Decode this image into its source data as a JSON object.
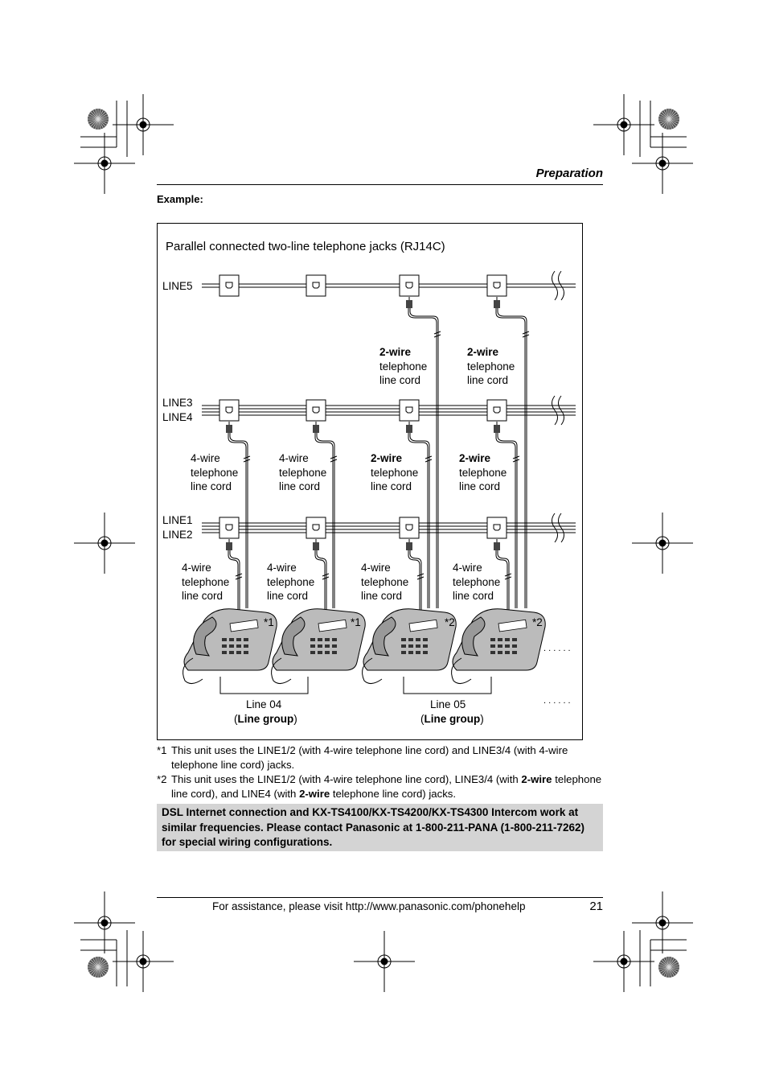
{
  "header": {
    "section": "Preparation"
  },
  "example_label": "Example:",
  "diagram": {
    "title": "Parallel connected two-line telephone jacks (RJ14C)",
    "line_labels": {
      "line5": "LINE5",
      "line3": "LINE3",
      "line4": "LINE4",
      "line1": "LINE1",
      "line2": "LINE2"
    },
    "cord_labels_upper": [
      {
        "wire": "2-wire",
        "bold": true,
        "rest": "telephone",
        "rest2": "line cord"
      },
      {
        "wire": "2-wire",
        "bold": true,
        "rest": "telephone",
        "rest2": "line cord"
      }
    ],
    "cord_labels_middle": [
      {
        "wire": "4-wire",
        "bold": false,
        "rest": "telephone",
        "rest2": "line cord"
      },
      {
        "wire": "4-wire",
        "bold": false,
        "rest": "telephone",
        "rest2": "line cord"
      },
      {
        "wire": "2-wire",
        "bold": true,
        "rest": "telephone",
        "rest2": "line cord"
      },
      {
        "wire": "2-wire",
        "bold": true,
        "rest": "telephone",
        "rest2": "line cord"
      }
    ],
    "cord_labels_lower": [
      {
        "wire": "4-wire",
        "bold": false,
        "rest": "telephone",
        "rest2": "line cord"
      },
      {
        "wire": "4-wire",
        "bold": false,
        "rest": "telephone",
        "rest2": "line cord"
      },
      {
        "wire": "4-wire",
        "bold": false,
        "rest": "telephone",
        "rest2": "line cord"
      },
      {
        "wire": "4-wire",
        "bold": false,
        "rest": "telephone",
        "rest2": "line cord"
      }
    ],
    "phone_marks": [
      "*1",
      "*1",
      "*2",
      "*2"
    ],
    "continuation": ". . . . . .",
    "groups": [
      {
        "name": "Line 04",
        "sub_open": "(",
        "sub_bold": "Line group",
        "sub_close": ")"
      },
      {
        "name": "Line 05",
        "sub_open": "(",
        "sub_bold": "Line group",
        "sub_close": ")"
      }
    ]
  },
  "footnotes": [
    {
      "mark": "*1",
      "parts": [
        "This unit uses the LINE1/2 (with 4-wire telephone line cord) and LINE3/4 (with 4-wire telephone line cord) jacks."
      ]
    },
    {
      "mark": "*2",
      "a": "This unit uses the LINE1/2 (with 4-wire telephone line cord), LINE3/4 (with ",
      "b": "2-wire",
      "c": " telephone line cord), and LINE4 (with ",
      "d": "2-wire",
      "e": " telephone line cord) jacks."
    }
  ],
  "notice": "DSL Internet connection and KX-TS4100/KX-TS4200/KX-TS4300 Intercom work at similar frequencies. Please contact Panasonic at 1-800-211-PANA (1-800-211-7262) for special wiring configurations.",
  "footer": {
    "assistance": "For assistance, please visit http://www.panasonic.com/phonehelp",
    "page_number": "21"
  }
}
